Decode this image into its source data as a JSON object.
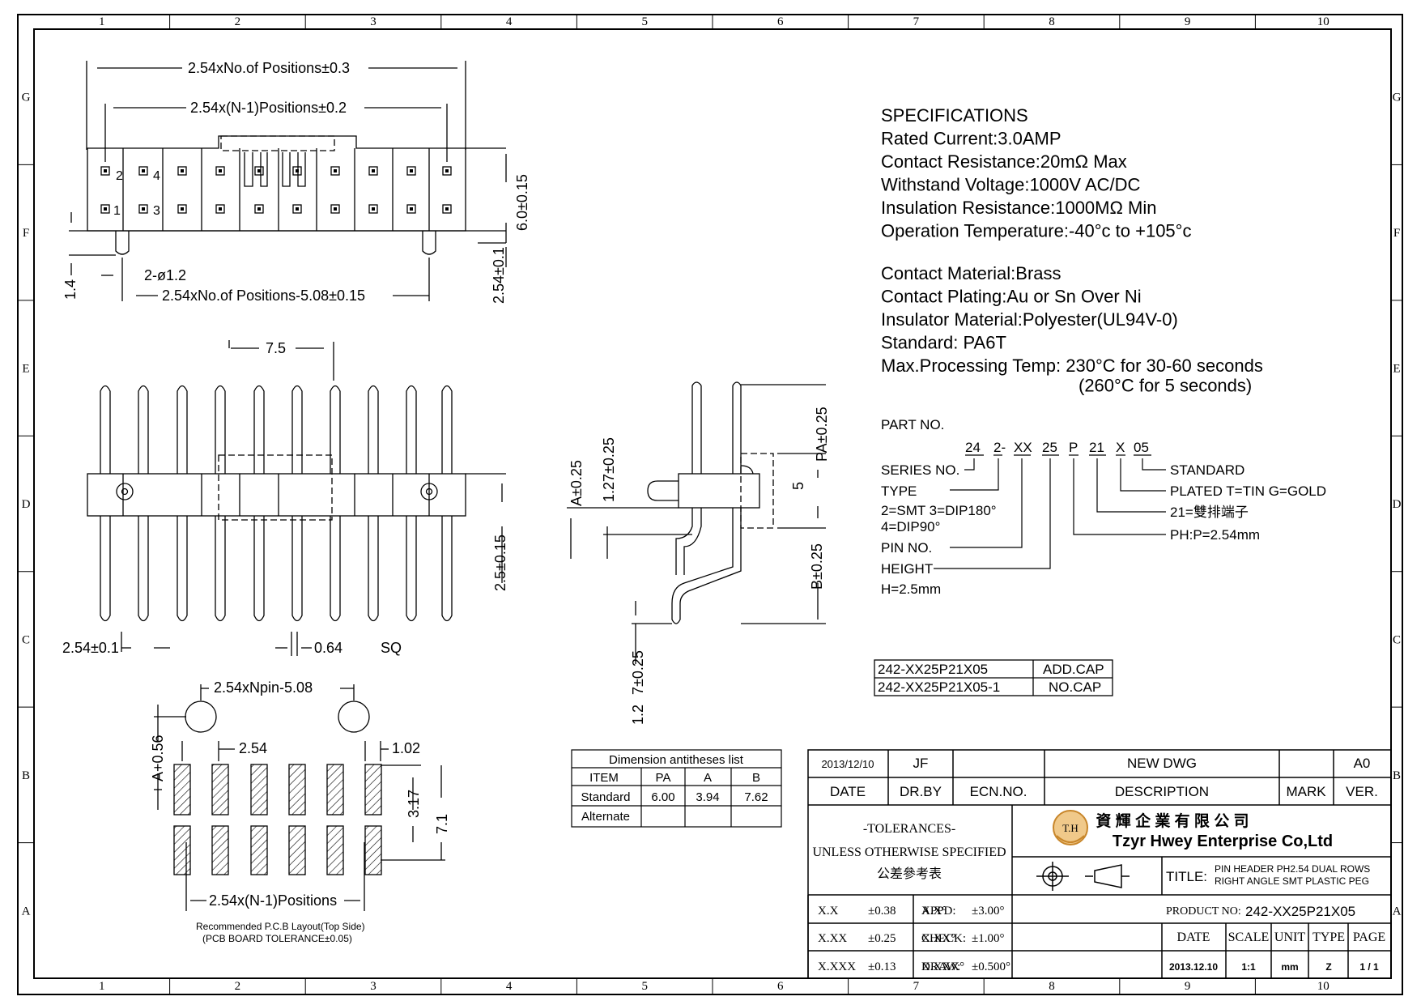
{
  "border": {
    "col_labels": [
      "1",
      "2",
      "3",
      "4",
      "5",
      "6",
      "7",
      "8",
      "9",
      "10"
    ],
    "row_labels": [
      "G",
      "F",
      "E",
      "D",
      "C",
      "B",
      "A"
    ]
  },
  "top_view": {
    "dim_total": "2.54xNo.of Positions±0.3",
    "dim_n1": "2.54x(N-1)Positions±0.2",
    "dim_peg": "2.54xNo.of Positions-5.08±0.15",
    "dim_hole": "2-ø1.2",
    "dim_height": "6.0±0.15",
    "dim_peg_len": "2.54±0.1",
    "dim_14": "1.4",
    "pin_labels": [
      "2",
      "4",
      "1",
      "3"
    ]
  },
  "front_view": {
    "dim_75": "7.5",
    "dim_25": "2.5±0.15",
    "dim_pitch": "2.54±0.1",
    "dim_064": "0.64",
    "sq": "SQ"
  },
  "pcb_layout": {
    "dim_npin": "2.54xNpin-5.08",
    "dim_254": "2.54",
    "dim_102": "1.02",
    "dim_a056": "A+0.56",
    "dim_317": "3.17",
    "dim_71": "7.1",
    "dim_n1": "2.54x(N-1)Positions",
    "caption1": "Recommended P.C.B Layout(Top Side)",
    "caption2": "(PCB BOARD TOLERANCE±0.05)"
  },
  "side_view": {
    "dim_pa": "PA±0.25",
    "dim_a": "A±0.25",
    "dim_127": "1.27±0.25",
    "dim_5": "5",
    "dim_b": "B±0.25",
    "dim_7": "7±0.25",
    "dim_12": "1.2"
  },
  "dim_table": {
    "title": "Dimension antitheses list",
    "headers": [
      "ITEM",
      "PA",
      "A",
      "B"
    ],
    "rows": [
      [
        "Standard",
        "6.00",
        "3.94",
        "7.62"
      ],
      [
        "Alternate",
        "",
        "",
        ""
      ]
    ]
  },
  "specs": {
    "lines": [
      "SPECIFICATIONS",
      "Rated Current:3.0AMP",
      "Contact Resistance:20mΩ Max",
      "Withstand Voltage:1000V AC/DC",
      "Insulation Resistance:1000MΩ Min",
      "Operation Temperature:-40°c to +105°c"
    ],
    "lines2": [
      "Contact Material:Brass",
      "Contact Plating:Au or Sn Over Ni",
      "Insulator Material:Polyester(UL94V-0)",
      "Standard:  PA6T",
      "Max.Processing Temp: 230°C for 30-60 seconds",
      "(260°C for 5 seconds)"
    ]
  },
  "part_no": {
    "label": "PART NO.",
    "segments": [
      "24",
      "2-",
      "XX",
      "25",
      "P",
      "21",
      "X",
      "05"
    ],
    "series": "SERIES NO.",
    "type": "TYPE",
    "type_opts1": "2=SMT  3=DIP180°",
    "type_opts2": "4=DIP90°",
    "pin_no": "PIN NO.",
    "height": "HEIGHT",
    "height_val": "H=2.5mm",
    "standard": "STANDARD",
    "plated": "PLATED T=TIN  G=GOLD",
    "code21": "21=雙排端子",
    "ph": "PH:P=2.54mm"
  },
  "variants": [
    {
      "part": "242-XX25P21X05",
      "cap": "ADD.CAP"
    },
    {
      "part": "242-XX25P21X05-1",
      "cap": "NO.CAP"
    }
  ],
  "title_block": {
    "rev_date": "2013/12/10",
    "rev_by": "JF",
    "rev_desc": "NEW DWG",
    "rev_ver": "A0",
    "h_date": "DATE",
    "h_drby": "DR.BY",
    "h_ecn": "ECN.NO.",
    "h_desc": "DESCRIPTION",
    "h_mark": "MARK",
    "h_ver": "VER.",
    "tol_title": "-TOLERANCES-",
    "tol_sub": "UNLESS OTHERWISE SPECIFIED",
    "tol_cn": "公差參考表",
    "company_cn": "資 輝 企 業 有 限 公 司",
    "company_en": "Tzyr Hwey Enterprise Co,Ltd",
    "logo_text": "T.H",
    "title_label": "TITLE:",
    "title_l1": "PIN HEADER PH2.54 DUAL ROWS",
    "title_l2": "RIGHT ANGLE SMT PLASTIC PEG",
    "tol_rows": [
      [
        "X.X",
        "±0.38",
        "X.X°",
        "±3.00°"
      ],
      [
        "X.XX",
        "±0.25",
        "X.XX°",
        "±1.00°"
      ],
      [
        "X.XXX",
        "±0.13",
        "X.XXX°",
        "±0.500°"
      ]
    ],
    "appd": "APPD:",
    "check": "CHECK:",
    "draw": "DRAW:",
    "product_label": "PRODUCT NO:",
    "product_no": "242-XX25P21X05",
    "f_date": "DATE",
    "f_scale": "SCALE",
    "f_unit": "UNIT",
    "f_type": "TYPE",
    "f_page": "PAGE",
    "v_date": "2013.12.10",
    "v_scale": "1:1",
    "v_unit": "mm",
    "v_type": "Z",
    "v_page": "1 / 1"
  }
}
